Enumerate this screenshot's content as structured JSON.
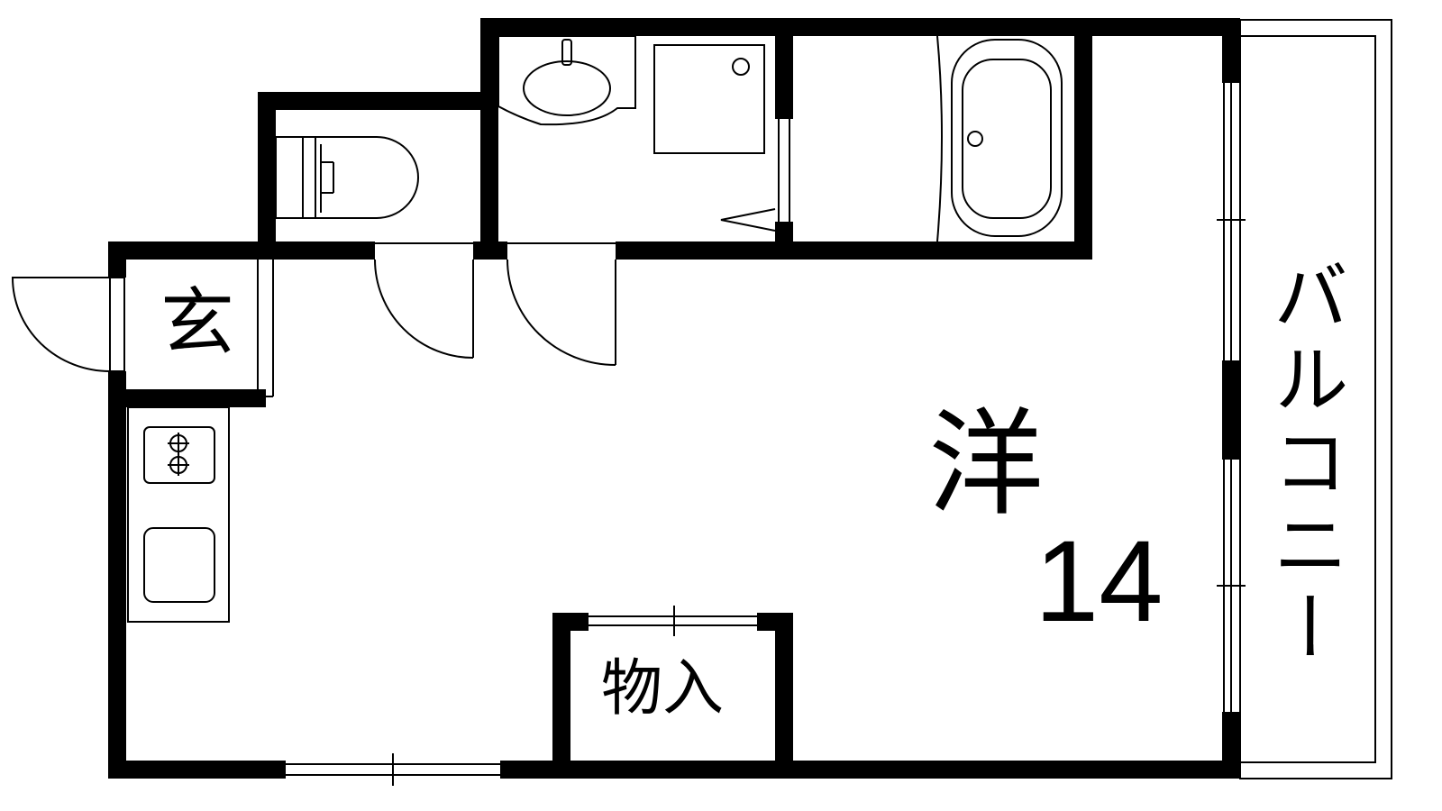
{
  "floor_plan": {
    "rooms": {
      "entrance": "玄",
      "western_room": "洋",
      "western_room_size": "14",
      "storage": "物入",
      "balcony": "バルコニー"
    },
    "colors": {
      "wall": "#000000",
      "background": "#ffffff"
    }
  }
}
